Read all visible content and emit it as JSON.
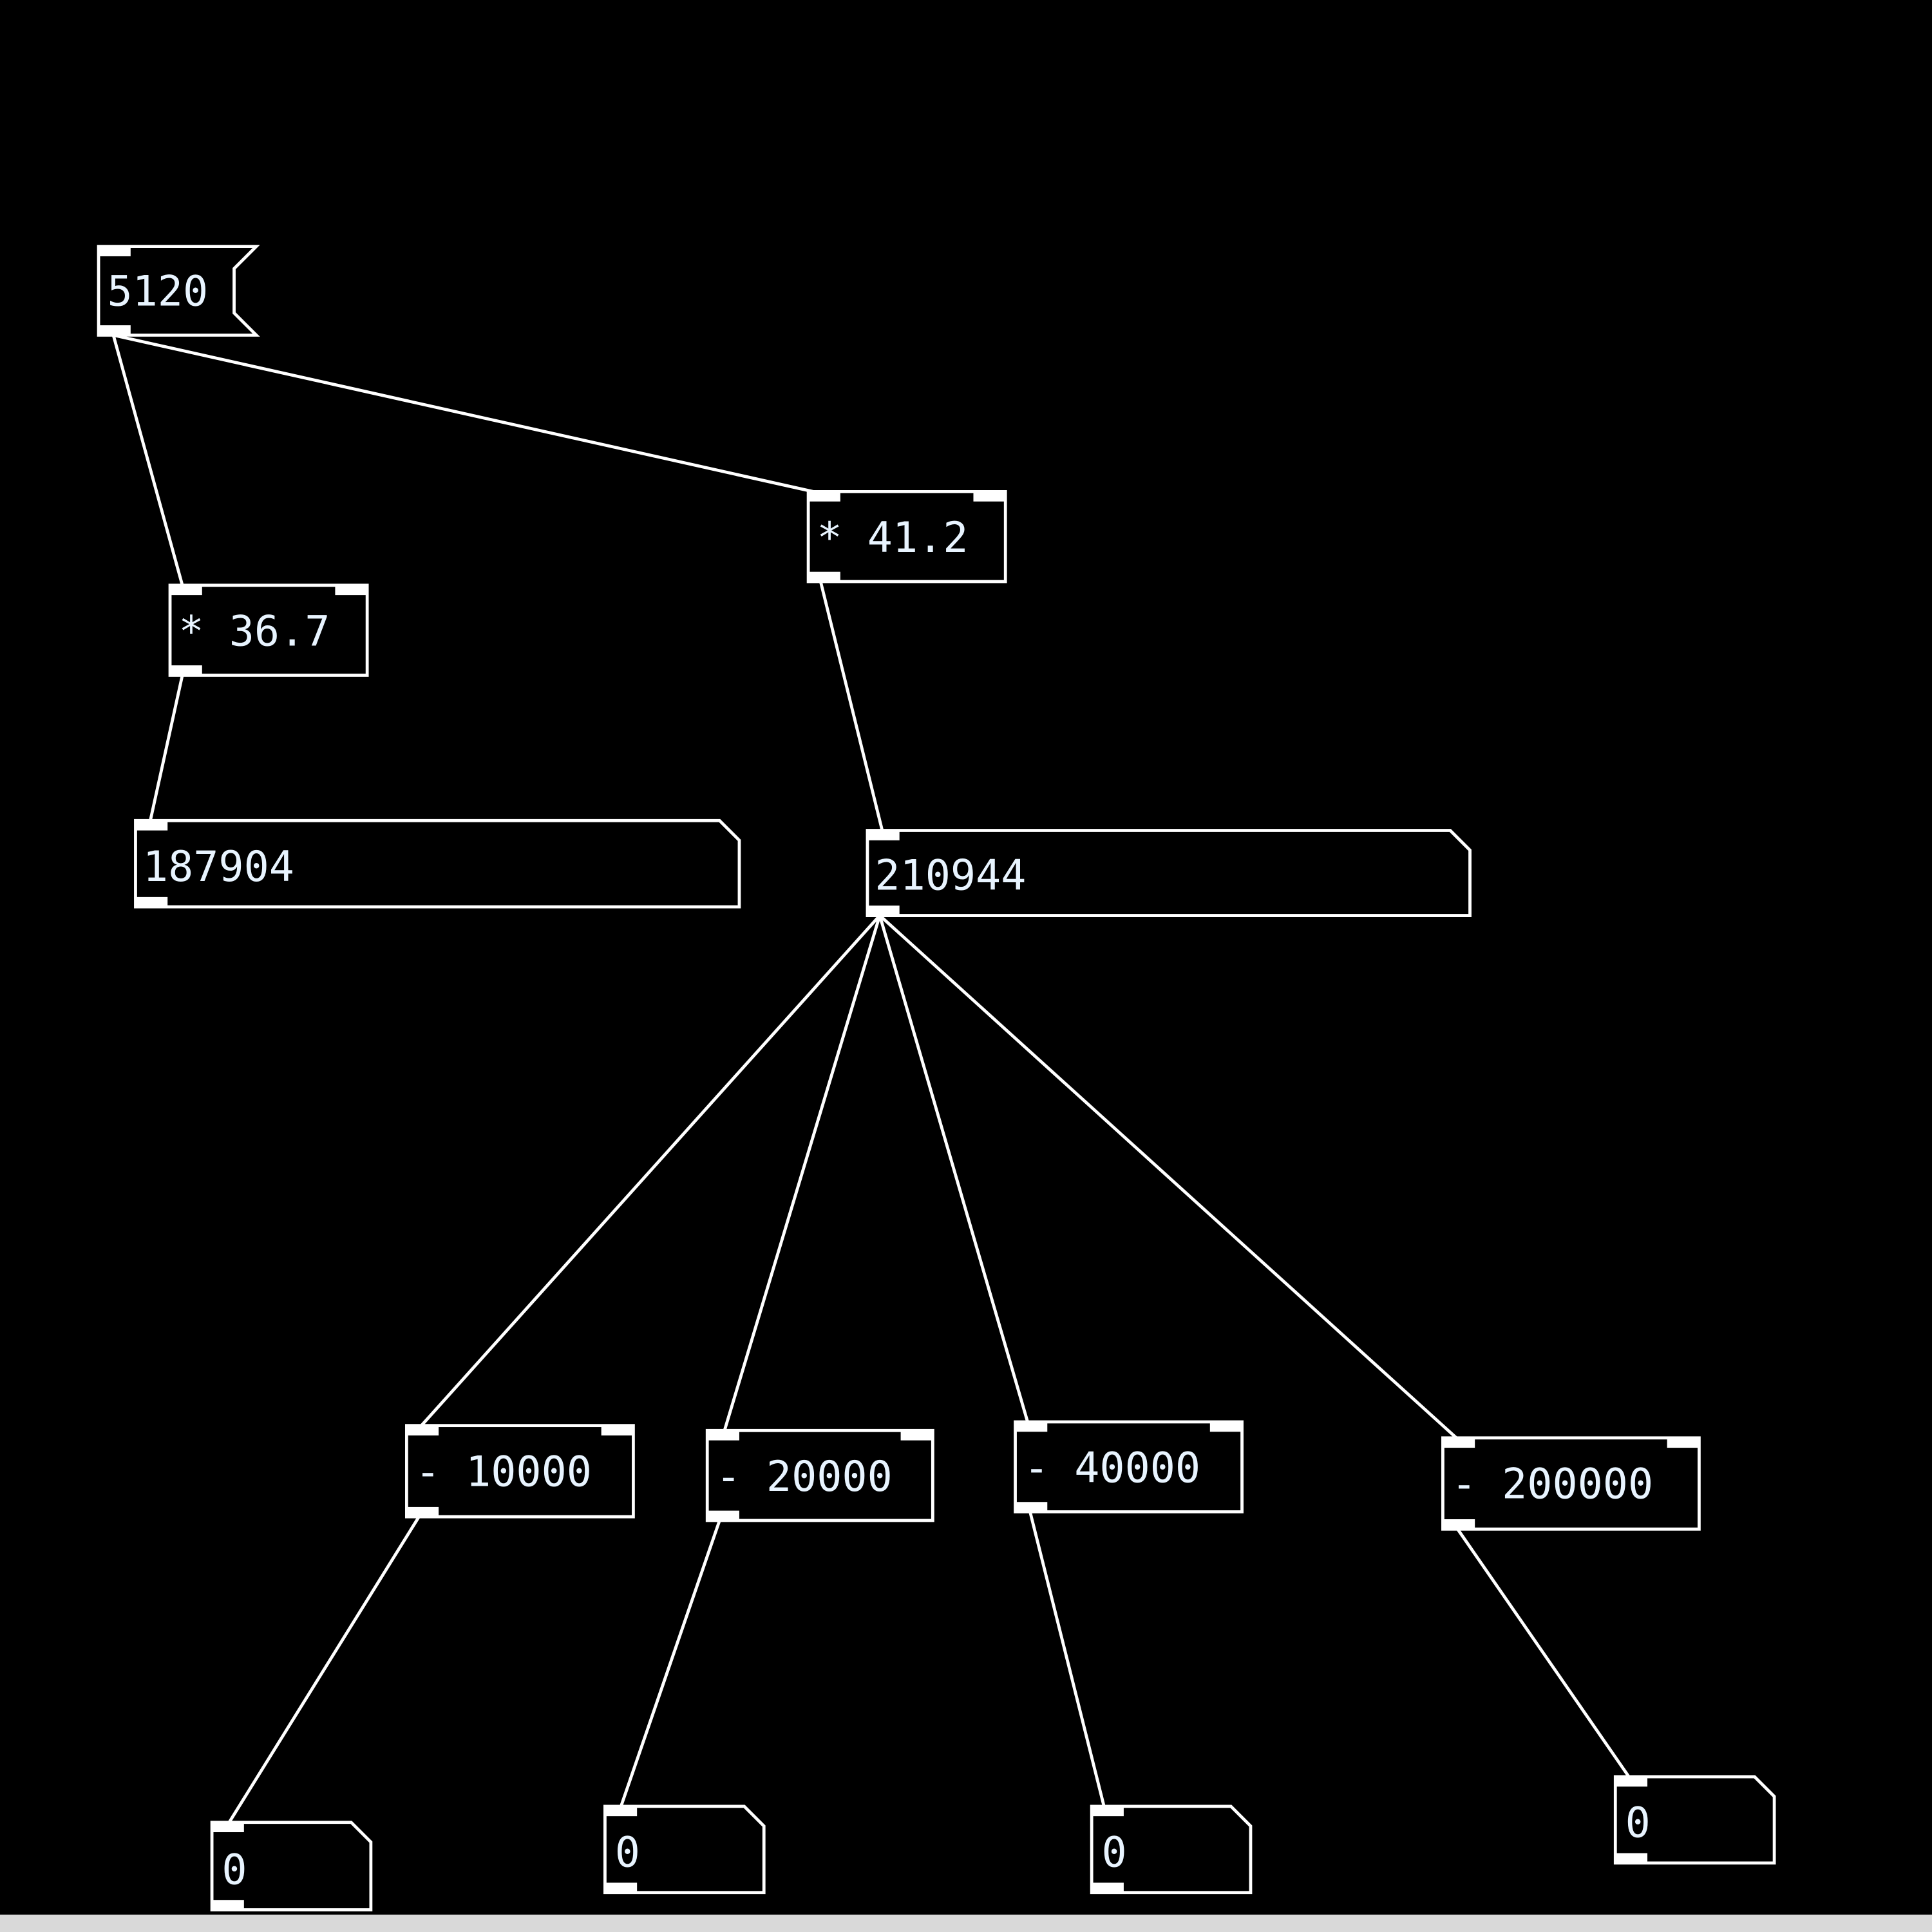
{
  "message": {
    "value": "5120"
  },
  "objects": {
    "mul_a": "* 36.7",
    "mul_b": "* 41.2",
    "sub_1": "- 10000",
    "sub_2": "- 20000",
    "sub_3": "- 40000",
    "sub_4": "- 200000"
  },
  "numbers": {
    "result_a": "187904",
    "result_b": "210944",
    "out_1": "0",
    "out_2": "0",
    "out_3": "0",
    "out_4": "0"
  }
}
